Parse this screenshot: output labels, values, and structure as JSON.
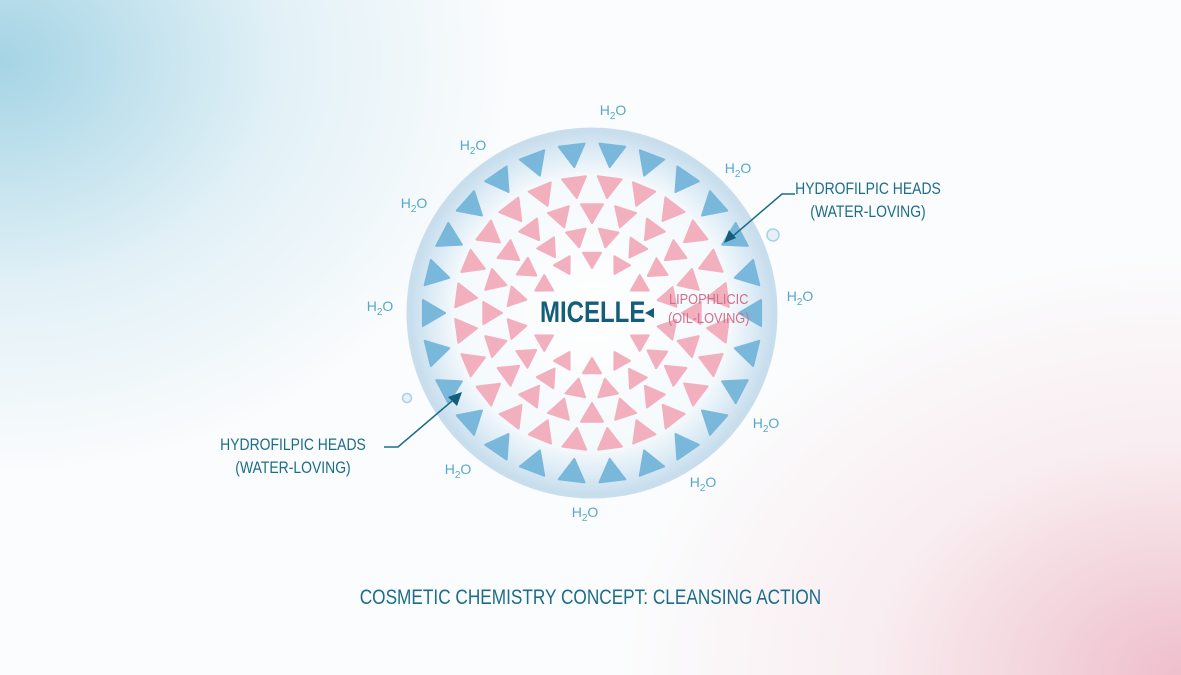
{
  "diagram": {
    "center_label": "MICELLE",
    "inner_label": {
      "line1": "LIPOPHLICIC",
      "line2": "(OIL-LOVING)"
    },
    "right_label": {
      "line1": "HYDROFILPIC HEADS",
      "line2": "(WATER-LOVING)"
    },
    "left_label": {
      "line1": "HYDROFILPIC HEADS",
      "line2": "(WATER-LOVING)"
    },
    "water_label": {
      "main": "H",
      "sub": "2",
      "end": "O"
    },
    "caption": "COSMETIC CHEMISTRY CONCEPT: CLEANSING ACTION",
    "colors": {
      "hydrophilic": "#6fb3d8",
      "lipophilic": "#f2a8b8",
      "text": "#1c6d8a",
      "lipo_text": "#d0708c"
    }
  }
}
